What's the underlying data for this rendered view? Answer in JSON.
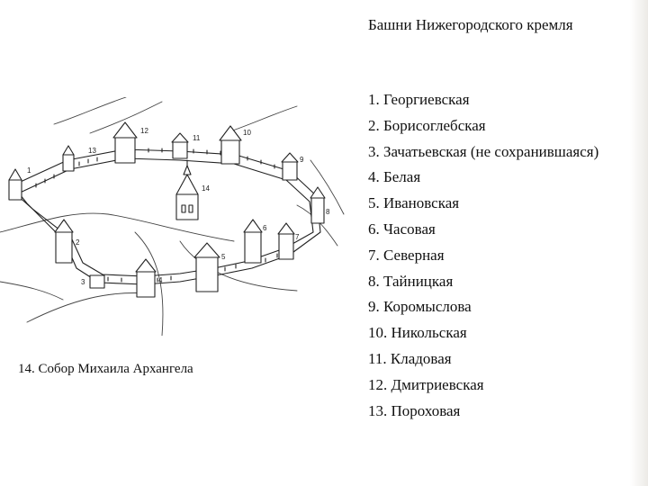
{
  "slide": {
    "title": "Башни Нижегородского кремля",
    "caption": "14. Собор Михаила Архангела",
    "towers": [
      "1. Георгиевская",
      "2. Борисоглебская",
      "3. Зачатьевская (не сохранившаяся)",
      "4. Белая",
      "5. Ивановская",
      "6. Часовая",
      "7. Северная",
      "8. Тайницкая",
      "9. Коромыслова",
      "10. Никольская",
      "11. Кладовая",
      "12. Дмитриевская",
      "13. Пороховая"
    ]
  },
  "drawing": {
    "tower_numbers": [
      "1",
      "2",
      "3",
      "4",
      "5",
      "6",
      "7",
      "8",
      "9",
      "10",
      "11",
      "12",
      "13",
      "14"
    ]
  }
}
